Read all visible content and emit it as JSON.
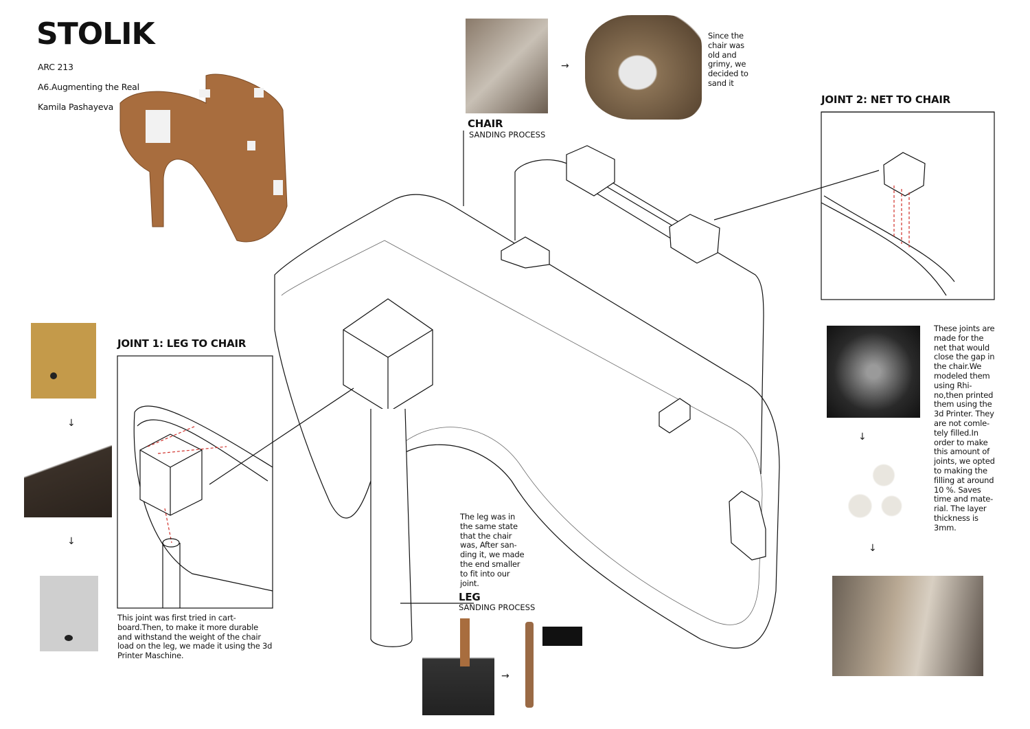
{
  "header": {
    "title": "STOLIK",
    "course": "ARC 213",
    "assignment": "A6.Augmenting the Real",
    "author": "Kamila Pashayeva"
  },
  "chair": {
    "title": "CHAIR",
    "subtitle": "SANDING PROCESS",
    "note": "Since the\nchair was\nold and\ngrimy, we\ndecided to\nsand it"
  },
  "joint2": {
    "title": "JOINT 2: NET TO CHAIR",
    "note": "These joints are\nmade for the\nnet that would\nclose the gap in\nthe chair.We\nmodeled them\nusing Rhi-\nno,then printed\nthem using the\n3d Printer. They\nare not comle-\ntely filled.In\norder to make\nthis amount of\njoints, we opted\nto making the\nfilling at around\n10 %. Saves\ntime and mate-\nrial. The layer\nthickness is\n3mm."
  },
  "joint1": {
    "title": "JOINT 1: LEG TO CHAIR",
    "note": "This joint was first tried in cart-\nboard.Then, to make it more durable\nand withstand the weight of the chair\nload on the leg, we made it using the 3d\nPrinter Maschine."
  },
  "leg": {
    "title": "LEG",
    "subtitle": "SANDING PROCESS",
    "note": "The leg was in\nthe same state\nthat the chair\nwas, After san-\nding it, we made\nthe end smaller\nto fit into our\njoint."
  },
  "arrows": {
    "right": "→",
    "down": "↓"
  },
  "colors": {
    "wood": "#a86d3e",
    "cardboard": "#c49a4a",
    "print": "#e9e6df",
    "red_dash": "#d0302a"
  }
}
